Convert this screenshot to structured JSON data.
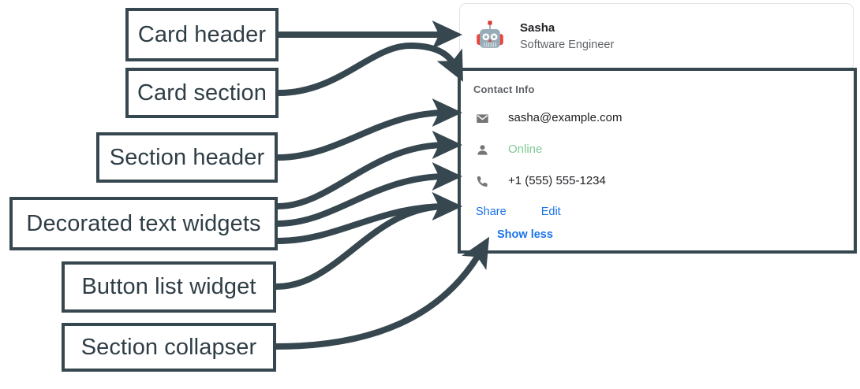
{
  "annotations": [
    {
      "label": "Card header",
      "name": "annotation-card-header"
    },
    {
      "label": "Card section",
      "name": "annotation-card-section"
    },
    {
      "label": "Section header",
      "name": "annotation-section-header"
    },
    {
      "label": "Decorated text widgets",
      "name": "annotation-decorated-text-widgets"
    },
    {
      "label": "Button list widget",
      "name": "annotation-button-list-widget"
    },
    {
      "label": "Section collapser",
      "name": "annotation-section-collapser"
    }
  ],
  "card": {
    "header": {
      "avatar_icon": "robot-avatar-icon",
      "title": "Sasha",
      "subtitle": "Software Engineer"
    },
    "section": {
      "header": "Contact Info",
      "rows": [
        {
          "icon": "email-icon",
          "text": "sasha@example.com",
          "status": false
        },
        {
          "icon": "person-icon",
          "text": "Online",
          "status": true
        },
        {
          "icon": "phone-icon",
          "text": "+1 (555) 555-1234",
          "status": false
        }
      ],
      "buttons": [
        {
          "label": "Share"
        },
        {
          "label": "Edit"
        }
      ],
      "collapser": "Show less"
    }
  },
  "colors": {
    "annotation": "#37474f",
    "link": "#1a73e8",
    "online": "#81c995",
    "muted": "#5f6368",
    "icon": "#757575"
  }
}
